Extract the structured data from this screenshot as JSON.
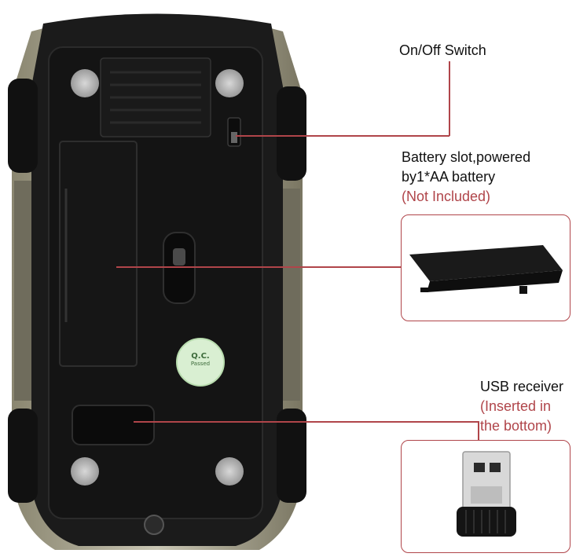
{
  "labels": {
    "switch": "On/Off Switch",
    "battery_line1": "Battery slot,powered",
    "battery_line2": "by1*AA battery",
    "battery_note": "(Not Included)",
    "usb_line1": "USB receiver",
    "usb_note_line1": "(Inserted in",
    "usb_note_line2": "the bottom)"
  },
  "qc_sticker": {
    "top": "Q.C.",
    "bottom": "Passed"
  },
  "colors": {
    "accent": "#b0454a",
    "mouse_body": "#1b1b1b",
    "sticker": "#d9efd2"
  }
}
